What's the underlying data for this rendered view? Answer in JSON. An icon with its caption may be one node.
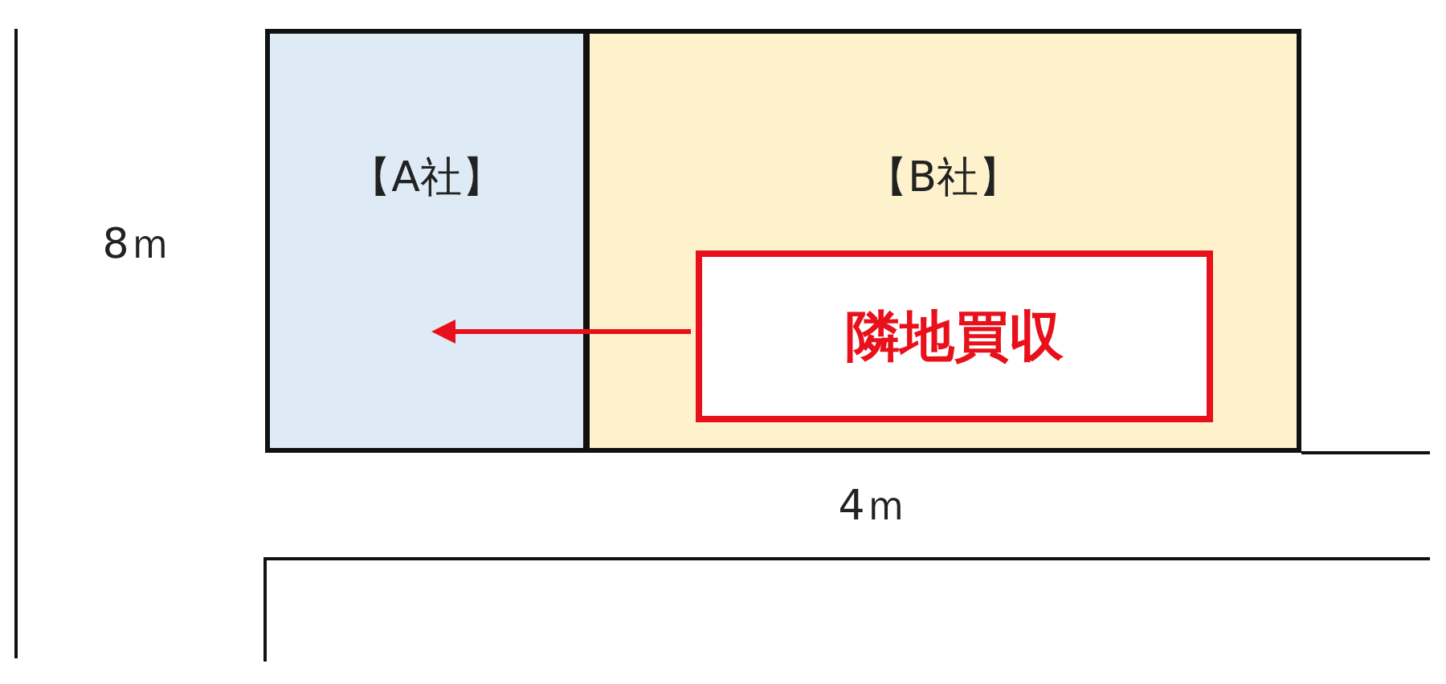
{
  "diagram": {
    "nodes": [
      {
        "text": [
          "【A社】"
        ]
      },
      {
        "text": [
          "【B社】"
        ]
      },
      {
        "text": [
          "隣地買収"
        ],
        "in": 1
      }
    ],
    "edges": [
      {
        "from": 2,
        "to": 0,
        "arrow": "to",
        "color": "#e8101a"
      }
    ],
    "labels": [
      "8ｍ",
      "4ｍ"
    ]
  }
}
